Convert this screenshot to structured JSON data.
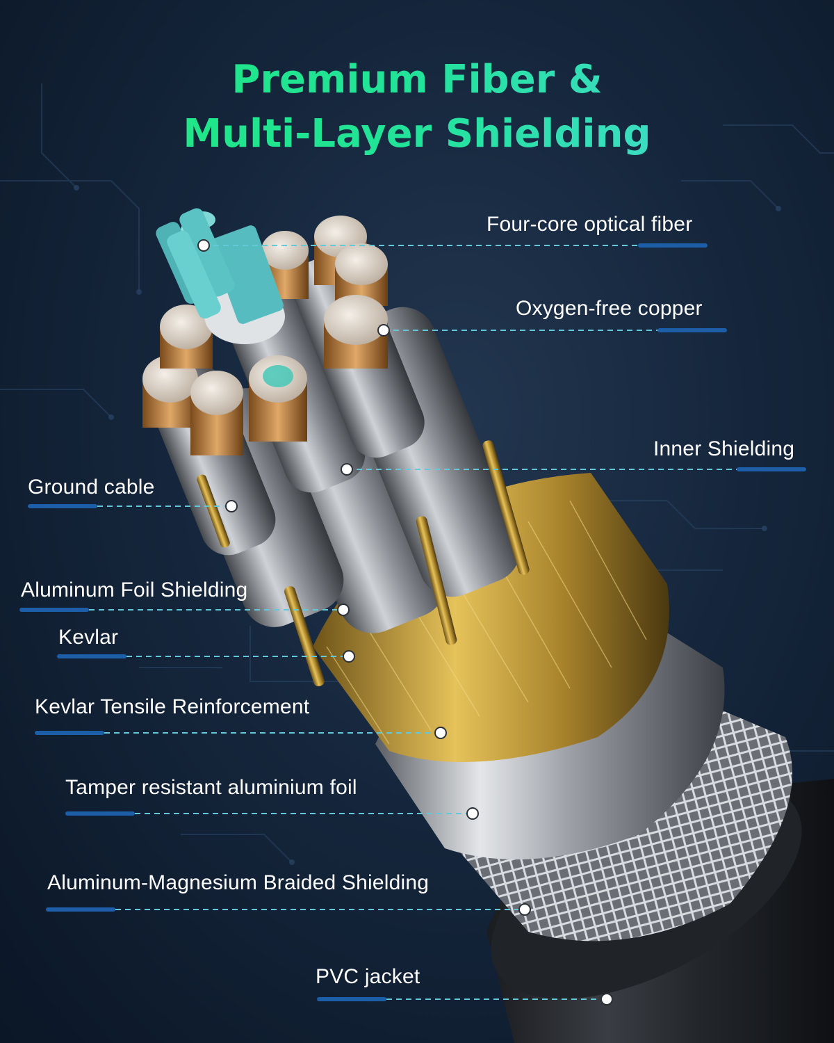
{
  "header": {
    "title_line1": "Premium Fiber &",
    "title_line2": "Multi-Layer Shielding"
  },
  "labels": {
    "four_core_fiber": "Four-core optical fiber",
    "oxygen_free_copper": "Oxygen-free copper",
    "inner_shielding": "Inner Shielding",
    "ground_cable": "Ground cable",
    "aluminum_foil_shielding": "Aluminum Foil Shielding",
    "kevlar": "Kevlar",
    "kevlar_tensile": "Kevlar Tensile Reinforcement",
    "tamper_foil": "Tamper resistant aluminium foil",
    "braided_shielding": "Aluminum-Magnesium Braided Shielding",
    "pvc_jacket": "PVC jacket"
  },
  "colors": {
    "background": "#15263c",
    "title_green": "#1ee87a",
    "title_cyan": "#4fd8e0",
    "fiber_teal": "#5cc3c4",
    "copper": "#c98a45",
    "leader_line": "#63c8d8",
    "label_bar": "#1c5fa8"
  }
}
